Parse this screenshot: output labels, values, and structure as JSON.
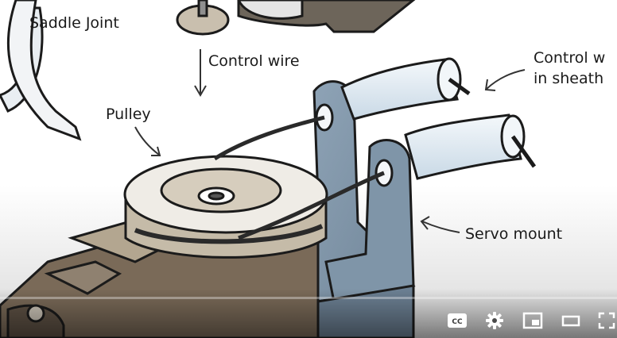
{
  "player": {
    "colors": {
      "progress_track": "#ffffff",
      "icon": "#ffffff"
    },
    "controls": {
      "icons": [
        "closed-captions-icon",
        "settings-gear-icon",
        "miniplayer-icon",
        "theater-mode-icon",
        "fullscreen-icon"
      ]
    }
  },
  "annotations": {
    "saddle_joint": "Saddle Joint",
    "control_wire": "Control wire",
    "control_wire_sheath_line1": "Control w",
    "control_wire_sheath_line2": "in sheath",
    "pulley": "Pulley",
    "servo_mount": "Servo mount"
  }
}
